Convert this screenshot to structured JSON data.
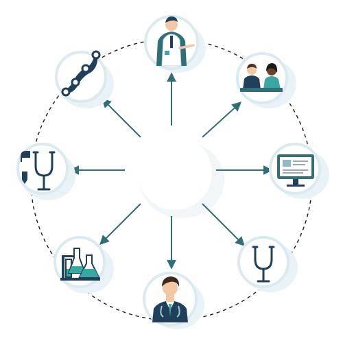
{
  "diagram": {
    "type": "hub-and-spoke",
    "center": {
      "label": ""
    },
    "nodes": [
      {
        "id": "doctor-presenting",
        "icon": "doctor-presenting-icon",
        "label": ""
      },
      {
        "id": "team-meeting",
        "icon": "team-meeting-icon",
        "label": ""
      },
      {
        "id": "computer-records",
        "icon": "computer-monitor-icon",
        "label": ""
      },
      {
        "id": "stethoscope",
        "icon": "stethoscope-icon",
        "label": ""
      },
      {
        "id": "doctor-portrait",
        "icon": "doctor-stethoscope-icon",
        "label": ""
      },
      {
        "id": "laboratory",
        "icon": "lab-flasks-icon",
        "label": ""
      },
      {
        "id": "tools-stethoscope",
        "icon": "stethoscope-tools-icon",
        "label": ""
      },
      {
        "id": "dna",
        "icon": "dna-icon",
        "label": ""
      }
    ]
  },
  "colors": {
    "accent": "#2f6f78",
    "teal_fill": "#37a8a3",
    "navy": "#1f3f5a",
    "node_ring": "#d9eaf0",
    "node_shadow": "#e9f2f6",
    "dashed_circle": "#1a1a1a",
    "background": "#ffffff"
  }
}
